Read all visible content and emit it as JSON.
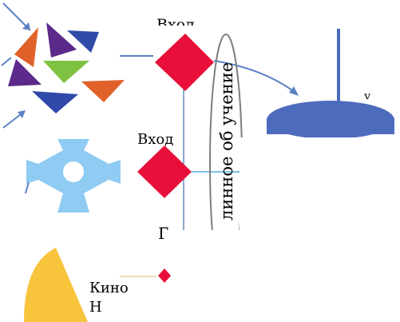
{
  "labels": {
    "entry_top": "Вход",
    "entry_middle": "Вход",
    "vertical_text": "линное об учение",
    "letter_g": "Г",
    "letter_y": "у",
    "bottom_line1": "Кино",
    "bottom_line2": "Н"
  },
  "colors": {
    "orange": "#e0622a",
    "purple": "#5b2a8a",
    "navy": "#2f4aa8",
    "green": "#7fc242",
    "diamond_red": "#e8103a",
    "gear_blue": "#8fcbf2",
    "disk_blue": "#4d6bbd",
    "yellow": "#f8c43c",
    "arrow_blue": "#5c82c4",
    "arrow_light": "#7ec1ea"
  },
  "icons": [
    "triangle-mosaic-icon",
    "gear-icon",
    "quarter-circle-icon",
    "diamond-icon",
    "disk-icon"
  ]
}
